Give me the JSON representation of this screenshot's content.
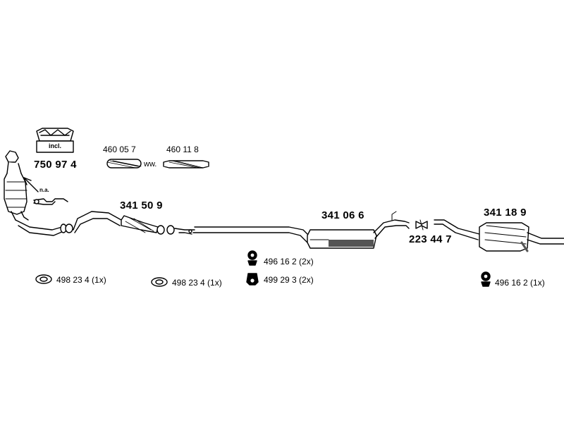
{
  "parts": {
    "cat_kit": {
      "number": "750 97 4",
      "note": "incl."
    },
    "sensor_note": "n.a.",
    "flex_a": {
      "number": "460 05 7"
    },
    "flex_b": {
      "number": "460 11 8"
    },
    "flex_separator": "ww.",
    "front_pipe": {
      "number": "341 50 9"
    },
    "middle_muffler": {
      "number": "341 06 6"
    },
    "clamp": {
      "number": "223 44 7"
    },
    "rear_muffler": {
      "number": "341 18 9"
    },
    "gasket_1": {
      "label": "498 23 4 (1x)"
    },
    "gasket_2": {
      "label": "498 23 4 (1x)"
    },
    "hanger_1": {
      "label": "496 16 2 (2x)"
    },
    "hanger_2": {
      "label": "499 29 3 (2x)"
    },
    "hanger_3": {
      "label": "496 16 2 (1x)"
    }
  },
  "colors": {
    "line": "#000000",
    "fill": "#ffffff",
    "shade": "#555555"
  }
}
